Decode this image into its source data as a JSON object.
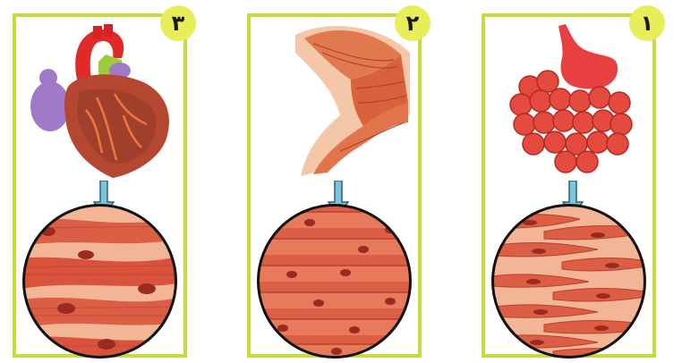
{
  "panels": [
    {
      "number": "۳",
      "organ": "heart-icon",
      "tissue": "cardiac-muscle-icon"
    },
    {
      "number": "۲",
      "organ": "arm-muscle-icon",
      "tissue": "skeletal-muscle-icon"
    },
    {
      "number": "۱",
      "organ": "digestive-system-icon",
      "tissue": "smooth-muscle-icon"
    }
  ],
  "colors": {
    "border": "#c6dc3c",
    "badge": "#e8ee5a",
    "arrow": "#7cc4dc",
    "tissue_dark": "#d9533c",
    "tissue_light": "#f2b596"
  }
}
